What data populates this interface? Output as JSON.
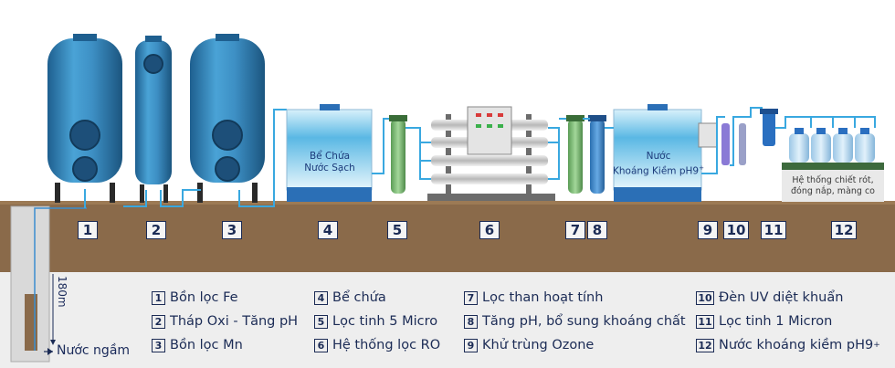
{
  "stations": [
    {
      "num": "1"
    },
    {
      "num": "2"
    },
    {
      "num": "3"
    },
    {
      "num": "4"
    },
    {
      "num": "5"
    },
    {
      "num": "6"
    },
    {
      "num": "7"
    },
    {
      "num": "8"
    },
    {
      "num": "9"
    },
    {
      "num": "10"
    },
    {
      "num": "11"
    },
    {
      "num": "12"
    }
  ],
  "tank_labels": {
    "clean_tank": "Bể Chứa\nNước Sạch",
    "alkaline_tank_line1": "Nước",
    "alkaline_tank_line2": "Khoáng Kiềm pH9",
    "alkaline_sup": "+",
    "bottling": "Hệ thống chiết rót,\nđóng nắp, màng co"
  },
  "well": {
    "depth": "180m",
    "source": "Nước ngầm"
  },
  "legend": [
    {
      "num": "1",
      "text": "Bồn lọc Fe"
    },
    {
      "num": "2",
      "text": "Tháp Oxi - Tăng pH"
    },
    {
      "num": "3",
      "text": "Bồn lọc Mn"
    },
    {
      "num": "4",
      "text": "Bể chứa"
    },
    {
      "num": "5",
      "text": "Lọc tinh 5 Micro"
    },
    {
      "num": "6",
      "text": "Hệ thống lọc RO"
    },
    {
      "num": "7",
      "text": "Lọc than hoạt tính"
    },
    {
      "num": "8",
      "text": "Tăng pH, bổ sung khoáng chất"
    },
    {
      "num": "9",
      "text": "Khử trùng Ozone"
    },
    {
      "num": "10",
      "text": "Đèn UV diệt khuẩn"
    },
    {
      "num": "11",
      "text": "Lọc tinh 1 Micron"
    },
    {
      "num": "12",
      "text": "Nước khoáng kiềm pH9",
      "sup": "+"
    }
  ],
  "colors": {
    "ground": "#8a6a4a",
    "ground_light": "#9c7a55",
    "sky": "#ffffff",
    "tank": "#3a86b8",
    "pipe": "#39a8e0",
    "legend_bg": "#eeeeee"
  }
}
